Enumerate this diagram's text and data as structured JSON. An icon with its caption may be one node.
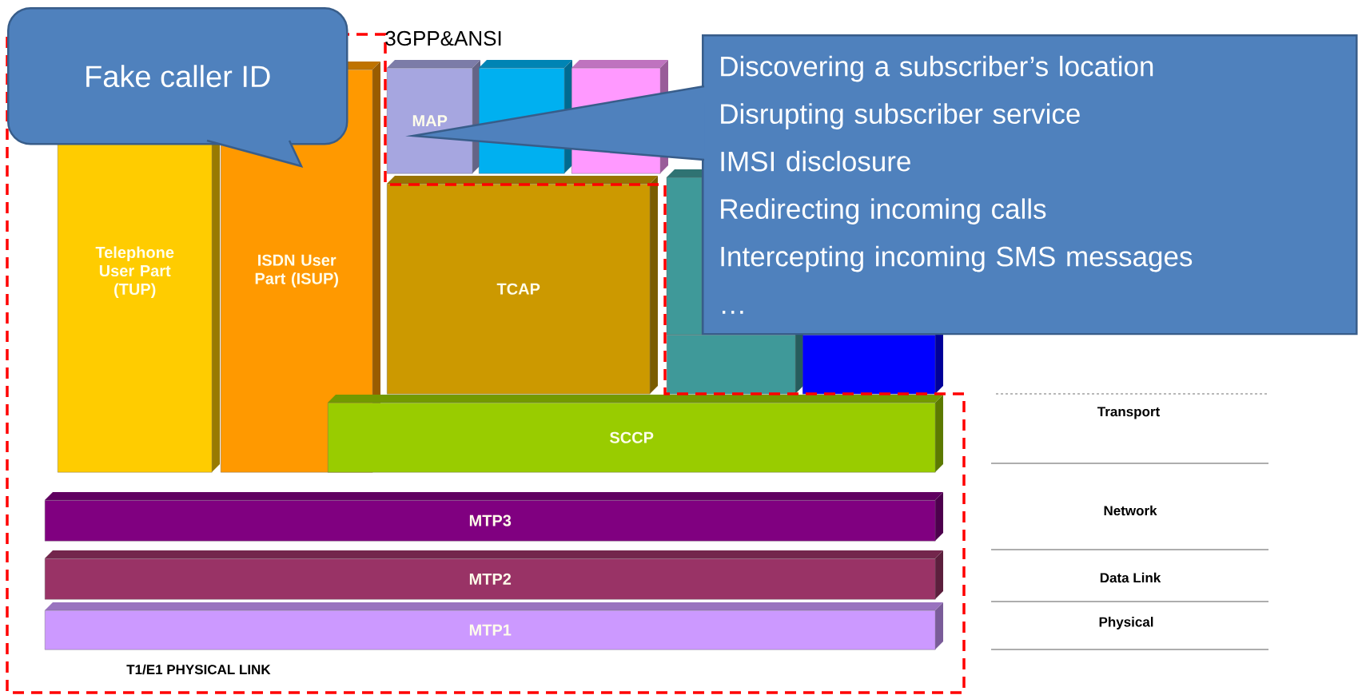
{
  "diagram": {
    "nodes": [
      {
        "text": [
          "Fake caller ID"
        ]
      },
      {
        "text": [
          "Discovering a subscriber’s location",
          "Disrupting subscriber service",
          "IMSI disclosure",
          "Redirecting incoming calls",
          "Intercepting incoming SMS messages",
          "…"
        ]
      },
      {
        "text": [
          "Telephone User Part (TUP)"
        ]
      },
      {
        "text": [
          "ISDN User Part (ISUP)"
        ]
      },
      {
        "text": [
          "MAP"
        ]
      },
      {
        "text": [],
        "shape": "box"
      },
      {
        "text": [],
        "shape": "box"
      },
      {
        "text": [
          "TCAP"
        ]
      },
      {
        "text": [],
        "shape": "box"
      },
      {
        "text": [],
        "shape": "box"
      },
      {
        "text": [
          "SCCP"
        ]
      },
      {
        "text": [
          "MTP3"
        ]
      },
      {
        "text": [
          "MTP2"
        ]
      },
      {
        "text": [
          "MTP1"
        ]
      }
    ],
    "labels": [
      "3GPP&ANSI",
      "Transport",
      "Network",
      "Data Link",
      "Physical",
      "T1/E1 PHYSICAL LINK"
    ]
  }
}
